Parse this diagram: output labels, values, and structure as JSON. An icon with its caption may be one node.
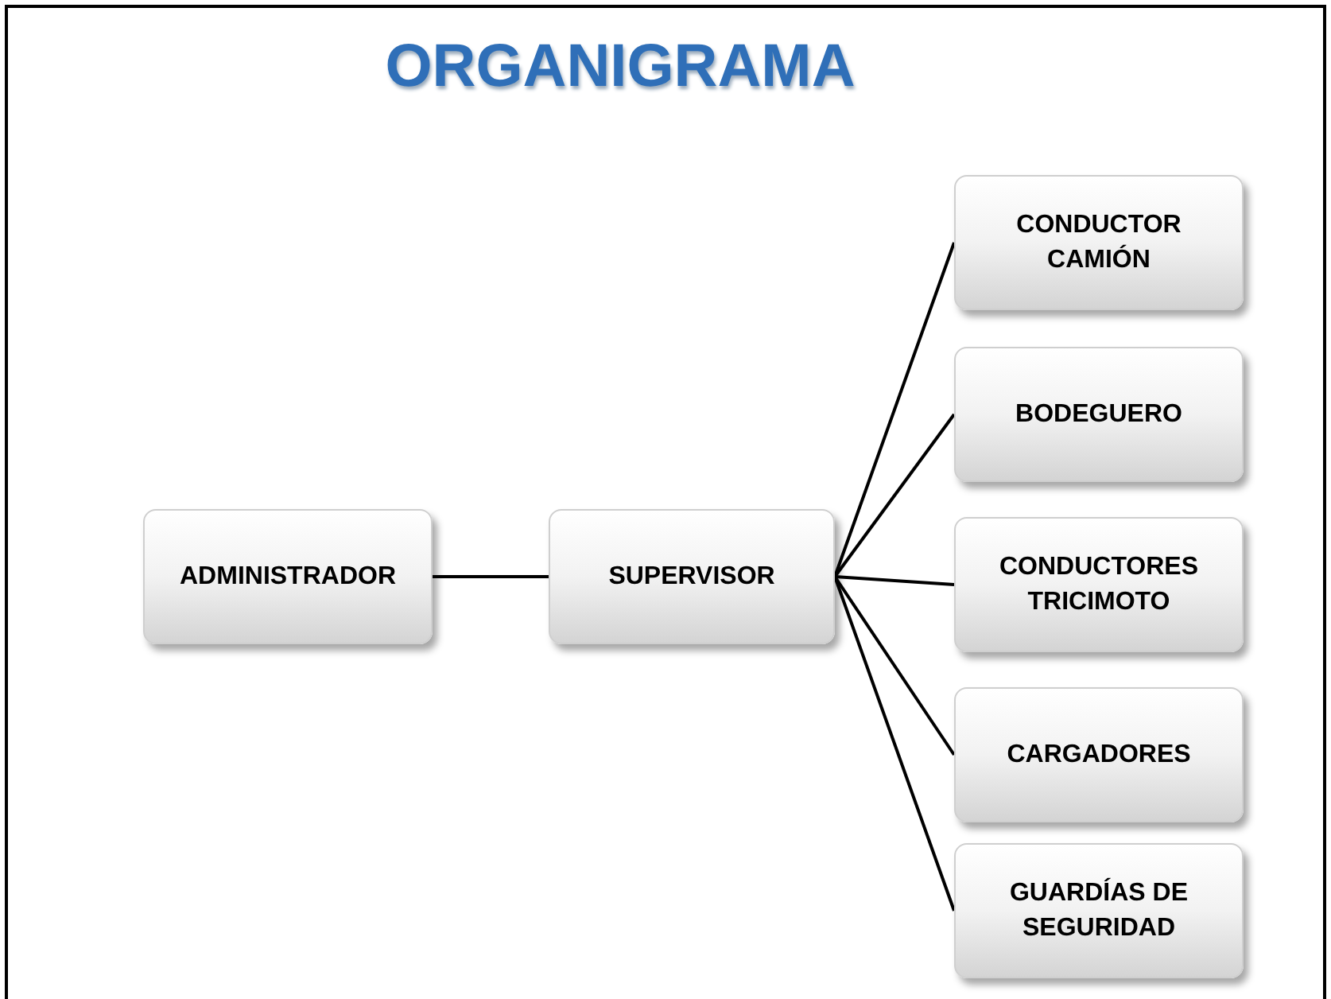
{
  "diagram": {
    "title": "ORGANIGRAMA",
    "nodes": [
      {
        "text": [
          "ADMINISTRADOR"
        ]
      },
      {
        "text": [
          "SUPERVISOR"
        ]
      },
      {
        "text": [
          "CONDUCTOR CAMIÓN"
        ]
      },
      {
        "text": [
          "BODEGUERO"
        ]
      },
      {
        "text": [
          "CONDUCTORES TRICIMOTO"
        ]
      },
      {
        "text": [
          "CARGADORES"
        ]
      },
      {
        "text": [
          "GUARDÍAS DE SEGURIDAD"
        ]
      }
    ],
    "edges": [
      {
        "from": 0,
        "to": 1,
        "arrow": "none"
      },
      {
        "from": 1,
        "to": 2,
        "arrow": "none"
      },
      {
        "from": 1,
        "to": 3,
        "arrow": "none"
      },
      {
        "from": 1,
        "to": 4,
        "arrow": "none"
      },
      {
        "from": 1,
        "to": 5,
        "arrow": "none"
      },
      {
        "from": 1,
        "to": 6,
        "arrow": "none"
      }
    ]
  }
}
